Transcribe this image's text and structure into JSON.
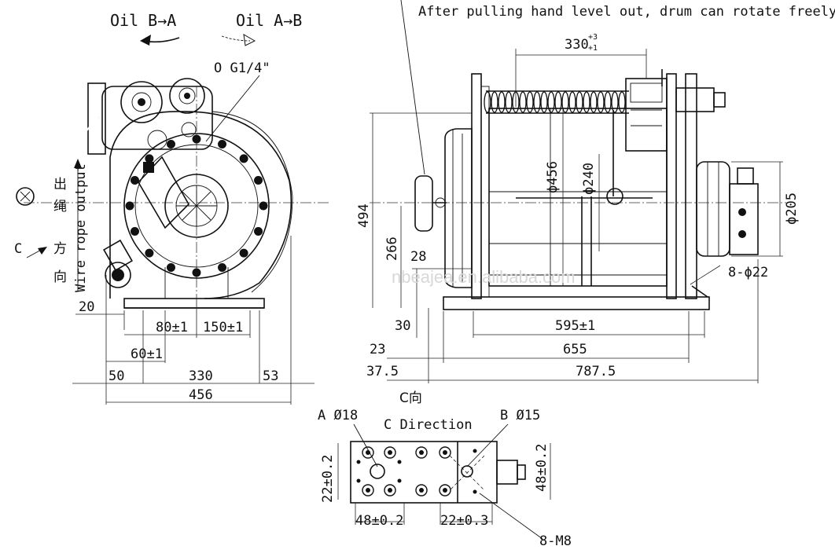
{
  "labels": {
    "oil_b_a": "Oil B→A",
    "oil_a_b": "Oil A→B",
    "port": "O G1/4\"",
    "note": "After pulling hand level out, drum can rotate freely.",
    "c_arrow": "C",
    "wire_cn_1": "出",
    "wire_cn_2": "绳",
    "wire_cn_3": "方",
    "wire_cn_4": "向",
    "wire_en": "Wire rope output",
    "c_dir_cn": "C向",
    "c_dir_en": "C Direction",
    "a_port": "A Ø18",
    "b_port": "B Ø15",
    "bolts": "8-M8",
    "holes": "8-ϕ22",
    "watermark": "nbeajea.en.alibaba.com"
  },
  "dims_left": {
    "d20": "20",
    "d80": "80±1",
    "d150": "150±1",
    "d60": "60±1",
    "d50": "50",
    "d330": "330",
    "d53": "53",
    "d456": "456"
  },
  "dims_right": {
    "d330top": "330",
    "d330sup": "+3",
    "d330sub": "+1",
    "d494": "494",
    "d266": "266",
    "d28": "28",
    "d30": "30",
    "phi456": "ϕ456",
    "phi240": "ϕ240",
    "phi205": "ϕ205",
    "d595": "595±1",
    "d655": "655",
    "d787": "787.5",
    "d23": "23",
    "d37": "37.5"
  },
  "dims_bottom": {
    "d22v": "22±0.2",
    "d48v": "48±0.2",
    "d48h": "48±0.2",
    "d22h": "22±0.3"
  }
}
